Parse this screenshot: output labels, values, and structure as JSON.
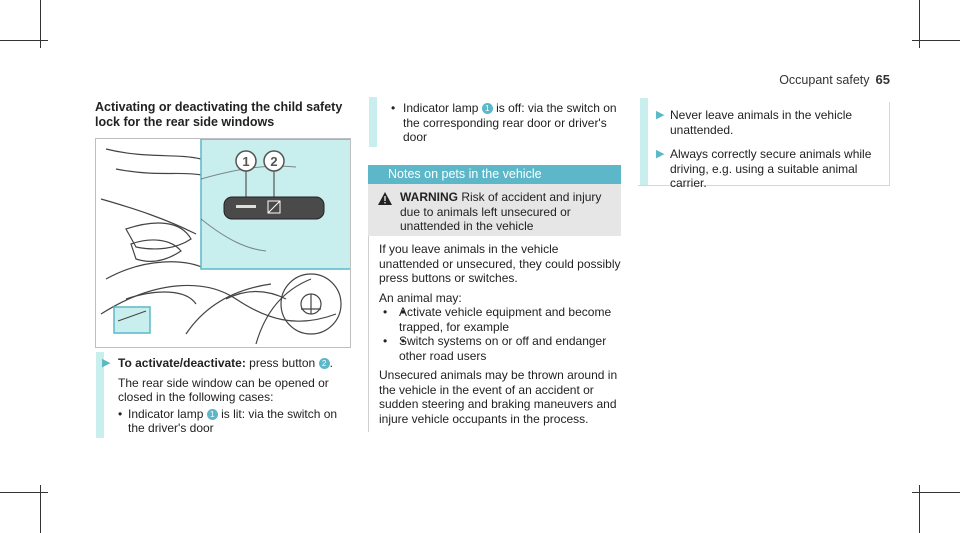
{
  "header": {
    "section": "Occupant safety",
    "page": "65"
  },
  "col1": {
    "title_line1": "Activating or deactivating the child safety",
    "title_line2": "lock for the rear side windows",
    "figure": {
      "callout1": "1",
      "callout2": "2"
    },
    "step_label": "To activate/deactivate:",
    "step_text": "press button",
    "step_num": "2",
    "para": "The rear side window can be opened or closed in the following cases:",
    "bullet1_prefix": "Indicator lamp",
    "bullet1_num": "1",
    "bullet1_suffix": "is lit: via the switch on the driver's door"
  },
  "col2": {
    "bullet2_prefix": "Indicator lamp",
    "bullet2_num": "1",
    "bullet2_suffix": "is off: via the switch on the corresponding rear door or driver's door",
    "notes_title": "Notes on pets in the vehicle",
    "warning_label": "WARNING",
    "warning_text": "Risk of accident and injury due to animals left unsecured or unattended in the vehicle",
    "body1": "If you leave animals in the vehicle unattended or unsecured, they could possibly press buttons or switches.",
    "body2": "An animal may:",
    "b1": "Activate vehicle equipment and become trapped, for example",
    "b2": "Switch systems on or off and endanger other road users",
    "body3": "Unsecured animals may be thrown around in the vehicle in the event of an accident or sudden steering and braking maneuvers and injure vehicle occupants in the process."
  },
  "col3": {
    "item1": "Never leave animals in the vehicle unattended.",
    "item2": "Always correctly secure animals while driving, e.g. using a suitable animal carrier."
  },
  "colors": {
    "accent": "#5cb8c8",
    "light_accent": "#c9eeee",
    "warning_bg": "#e6e6e6"
  }
}
